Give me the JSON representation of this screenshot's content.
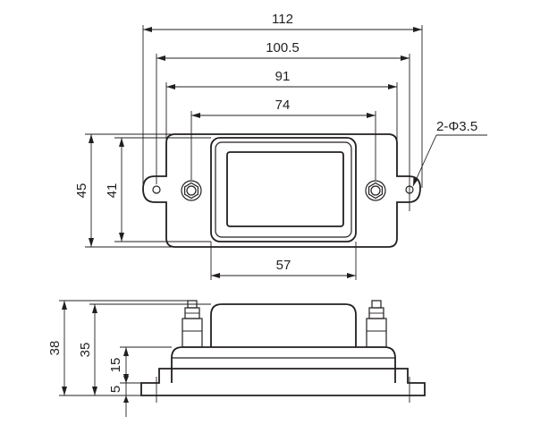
{
  "top_view": {
    "dims": {
      "overall_width": "112",
      "hole_span": "100.5",
      "mid_span": "91",
      "terminal_span": "74",
      "overall_height": "45",
      "body_height": "41",
      "display_width": "57",
      "holes_note": "2-Φ3.5"
    }
  },
  "side_view": {
    "dims": {
      "total_height": "38",
      "height_35": "35",
      "base_height": "15",
      "flange_thickness": "5"
    }
  }
}
